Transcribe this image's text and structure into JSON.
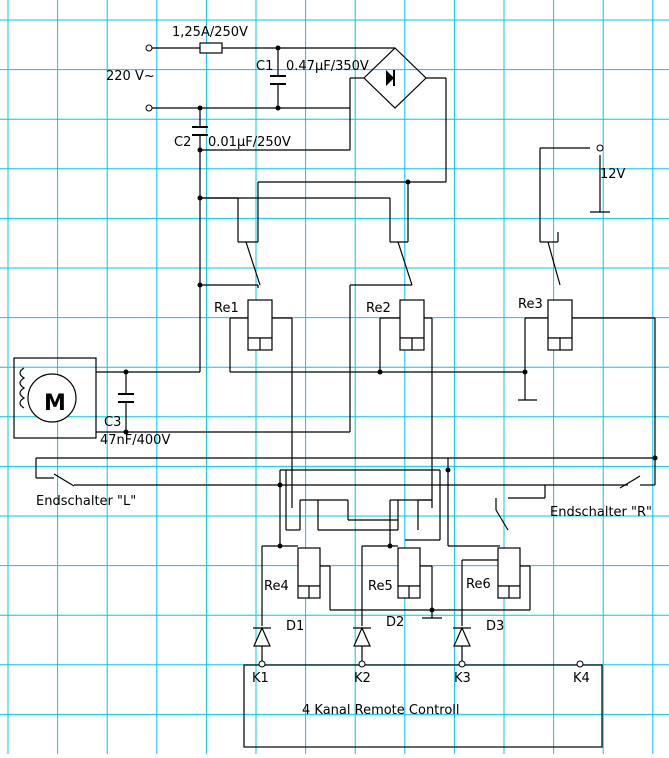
{
  "labels": {
    "fuse": "1,25A/250V",
    "mains": "220 V~",
    "c1_name": "C1",
    "c1_value": "0.47µF/350V",
    "c2_name": "C2",
    "c2_value": "0.01µF/250V",
    "supply_12v": "12V",
    "re1": "Re1",
    "re2": "Re2",
    "re3": "Re3",
    "re4": "Re4",
    "re5": "Re5",
    "re6": "Re6",
    "motor": "M",
    "c3_name": "C3",
    "c3_value": "47nF/400V",
    "endschalter_l": "Endschalter \"L\"",
    "endschalter_r": "Endschalter \"R\"",
    "d1": "D1",
    "d2": "D2",
    "d3": "D3",
    "k1": "K1",
    "k2": "K2",
    "k3": "K3",
    "k4": "K4",
    "remote": "4 Kanal Remote Controll"
  },
  "colors": {
    "grid": "#00c8e8",
    "wire": "#000000",
    "background": "#ffffff"
  }
}
